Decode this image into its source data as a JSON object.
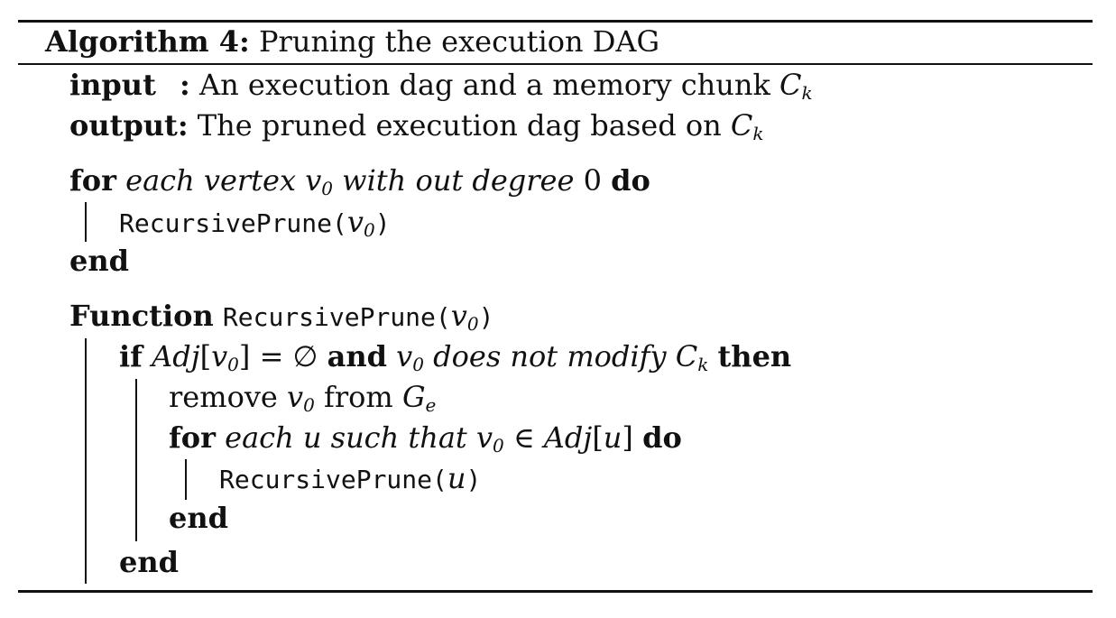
{
  "header": {
    "label": "Algorithm 4:",
    "title": "Pruning the execution DAG"
  },
  "io": {
    "input_kw": "input",
    "input_colon": ":",
    "input_text": "An execution dag and a memory chunk",
    "input_var": "C",
    "input_var_sub": "k",
    "output_kw": "output:",
    "output_text": "The pruned execution dag based on",
    "output_var": "C",
    "output_var_sub": "k"
  },
  "loop1": {
    "for_kw": "for",
    "cond_a": "each vertex",
    "v": "v",
    "v_sub": "0",
    "cond_b": "with out degree",
    "zero": "0",
    "do_kw": "do",
    "call_name": "RecursivePrune(",
    "call_arg": "v",
    "call_arg_sub": "0",
    "call_close": ")",
    "end_kw": "end"
  },
  "func": {
    "function_kw": "Function",
    "name": "RecursivePrune(",
    "arg": "v",
    "arg_sub": "0",
    "close": ")",
    "if_kw": "if",
    "adj": "Adj",
    "lbr": "[",
    "adj_v": "v",
    "adj_v_sub": "0",
    "rbr_eq": "] = ∅",
    "and_kw": "and",
    "cond_v": "v",
    "cond_v_sub": "0",
    "cond_text": "does not modify",
    "cond_c": "C",
    "cond_c_sub": "k",
    "then_kw": "then",
    "remove_a": "remove",
    "remove_v": "v",
    "remove_v_sub": "0",
    "remove_b": "from",
    "remove_g": "G",
    "remove_g_sub": "e",
    "for_kw": "for",
    "for_cond": "each u such that",
    "for_v": "v",
    "for_v_sub": "0",
    "in_sym": "∈",
    "for_adj": "Adj",
    "for_adj_lbr": "[",
    "for_adj_u": "u",
    "for_adj_rbr": "]",
    "do_kw": "do",
    "inner_call": "RecursivePrune(",
    "inner_arg": "u",
    "inner_close": ")",
    "end_for": "end",
    "end_if": "end"
  }
}
